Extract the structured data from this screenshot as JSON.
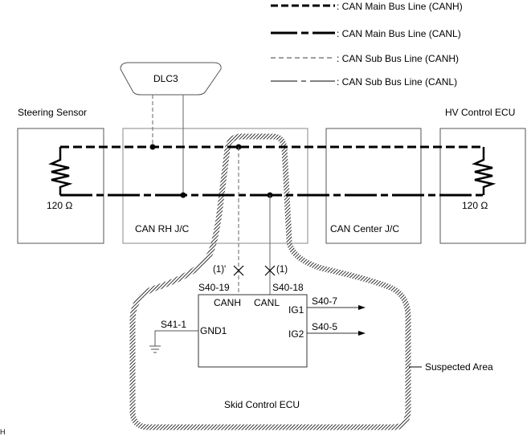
{
  "legend": [
    {
      "style": "main-canh",
      "label": ": CAN Main Bus Line (CANH)"
    },
    {
      "style": "main-canl",
      "label": ": CAN Main Bus Line (CANL)"
    },
    {
      "style": "sub-canh",
      "label": ": CAN Sub Bus Line (CANH)"
    },
    {
      "style": "sub-canl",
      "label": ": CAN Sub Bus Line (CANL)"
    }
  ],
  "components": {
    "dlc3": "DLC3",
    "steering_sensor": "Steering Sensor",
    "hv_control_ecu": "HV Control ECU",
    "can_rh_jc": "CAN RH J/C",
    "can_center_jc": "CAN Center J/C",
    "skid_control_ecu": "Skid Control ECU",
    "resistor_left": "120 Ω",
    "resistor_right": "120 Ω"
  },
  "ecu_pins": {
    "canh": "CANH",
    "canl": "CANL",
    "ig1": "IG1",
    "ig2": "IG2",
    "gnd1": "GND1"
  },
  "connectors": {
    "canh": "S40-19",
    "canl": "S40-18",
    "ig1": "S40-7",
    "ig2": "S40-5",
    "gnd1": "S41-1"
  },
  "break_marks": {
    "canh": "(1)'",
    "canl": "(1)"
  },
  "annotations": {
    "suspected_area": "Suspected Area",
    "corner_mark": "H"
  }
}
